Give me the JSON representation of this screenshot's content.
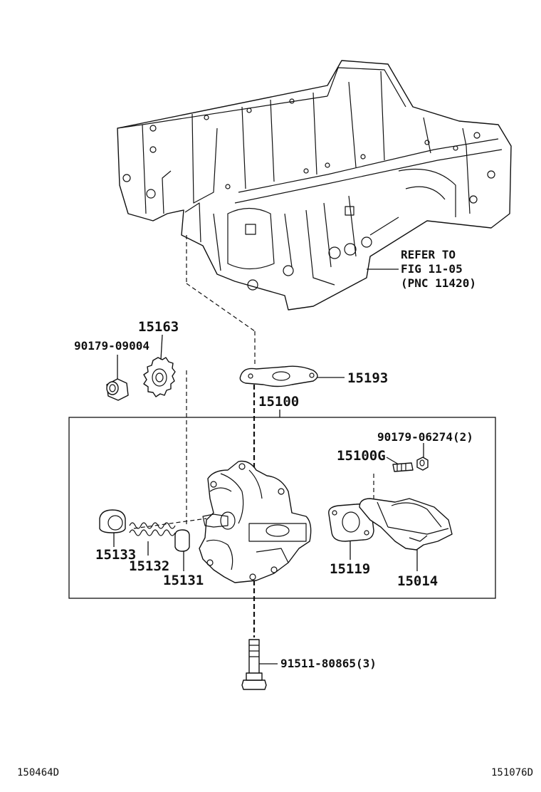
{
  "labels": {
    "refer_line1": "REFER TO",
    "refer_line2": "FIG 11-05",
    "refer_line3": "(PNC 11420)",
    "p15163": "15163",
    "p90179_09004": "90179-09004",
    "p15193": "15193",
    "p15100": "15100",
    "p90179_06274": "90179-06274(2)",
    "p15100G": "15100G",
    "p15133": "15133",
    "p15132": "15132",
    "p15131": "15131",
    "p15119": "15119",
    "p15014": "15014",
    "p91511": "91511-80865(3)",
    "code_left": "150464D",
    "code_right": "151076D"
  },
  "icons": {
    "oil_pan": "oil-pan-drawing",
    "sprocket": "sprocket-drawing",
    "nut": "nut-drawing",
    "gasket": "gasket-drawing",
    "pump": "oil-pump-drawing",
    "strainer": "oil-strainer-drawing",
    "bolt": "bolt-drawing"
  }
}
